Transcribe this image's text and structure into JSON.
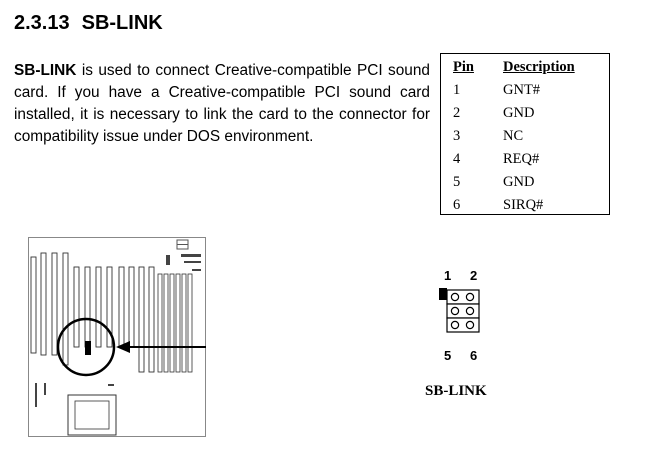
{
  "section": {
    "number": "2.3.13",
    "title": "SB-LINK"
  },
  "intro": {
    "bold": "SB-LINK",
    "text": " is used to connect Creative-compatible PCI sound card. If you have a Creative-compatible PCI sound card installed, it is necessary to link the card to the connector for compatibility issue under DOS environment."
  },
  "pin_table": {
    "headers": {
      "pin": "Pin",
      "description": "Description"
    },
    "rows": [
      {
        "pin": "1",
        "description": "GNT#"
      },
      {
        "pin": "2",
        "description": "GND"
      },
      {
        "pin": "3",
        "description": "NC"
      },
      {
        "pin": "4",
        "description": "REQ#"
      },
      {
        "pin": "5",
        "description": "GND"
      },
      {
        "pin": "6",
        "description": "SIRQ#"
      }
    ]
  },
  "connector": {
    "top_labels": [
      "1",
      "2"
    ],
    "bottom_labels": [
      "5",
      "6"
    ],
    "caption": "SB-LINK"
  }
}
